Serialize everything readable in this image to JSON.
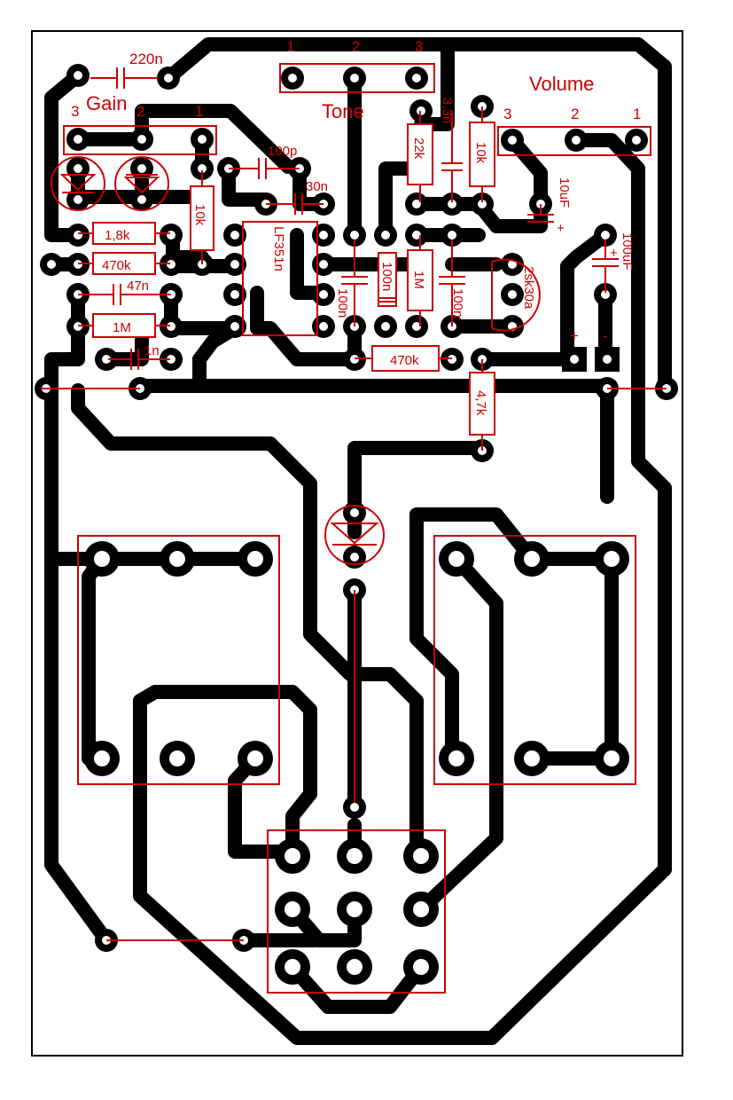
{
  "labels": {
    "gain": "Gain",
    "tone": "Tone",
    "volume": "Volume",
    "gain_pins": [
      "3",
      "2",
      "1"
    ],
    "tone_pins": [
      "1",
      "2",
      "3"
    ],
    "volume_pins": [
      "3",
      "2",
      "1"
    ]
  },
  "components": {
    "c_220n": "220n",
    "c_100p": "100p",
    "c_30n": "30n",
    "c_33n": "3,3n",
    "c_47n": "47n",
    "c_1n": "1n",
    "c_100n_a": "100n",
    "c_100n_b": "100n",
    "c_100n_c": "100n",
    "c_10uF": "10uF",
    "c_100uF": "100uF",
    "r_18k": "1,8k",
    "r_470k_a": "470k",
    "r_470k_b": "470k",
    "r_1M_a": "1M",
    "r_1M_b": "1M",
    "r_10k_a": "10k",
    "r_10k_b": "10k",
    "r_22k": "22k",
    "r_47k": "4,7k",
    "ic": "LF351n",
    "transistor": "2sk30a",
    "plus": "+",
    "minus": "-"
  }
}
